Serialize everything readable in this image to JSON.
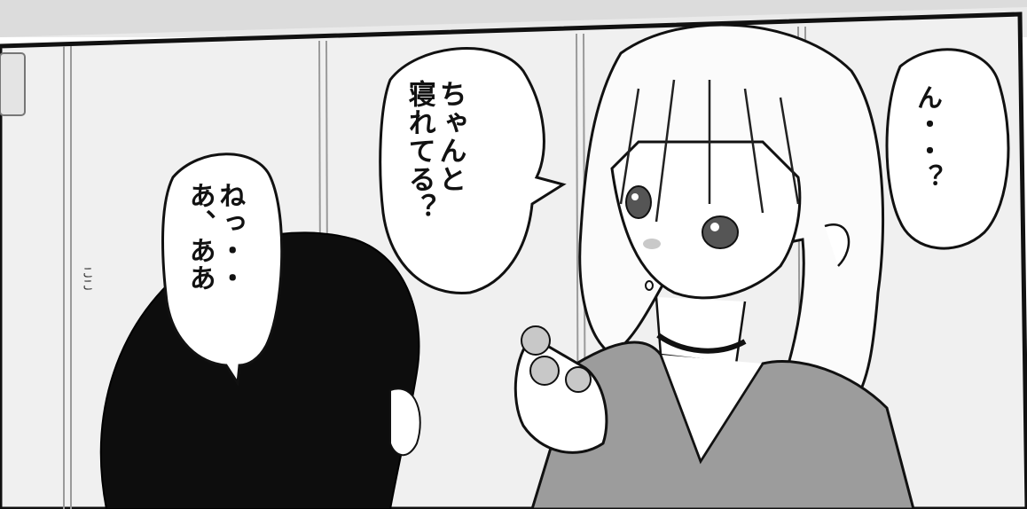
{
  "panel": {
    "bubbles": {
      "right": "ん・・？",
      "center": "ちゃんと\n寝れてる？",
      "left": "ねっ・・\nあ、ああ"
    },
    "sfx": "ここ"
  }
}
